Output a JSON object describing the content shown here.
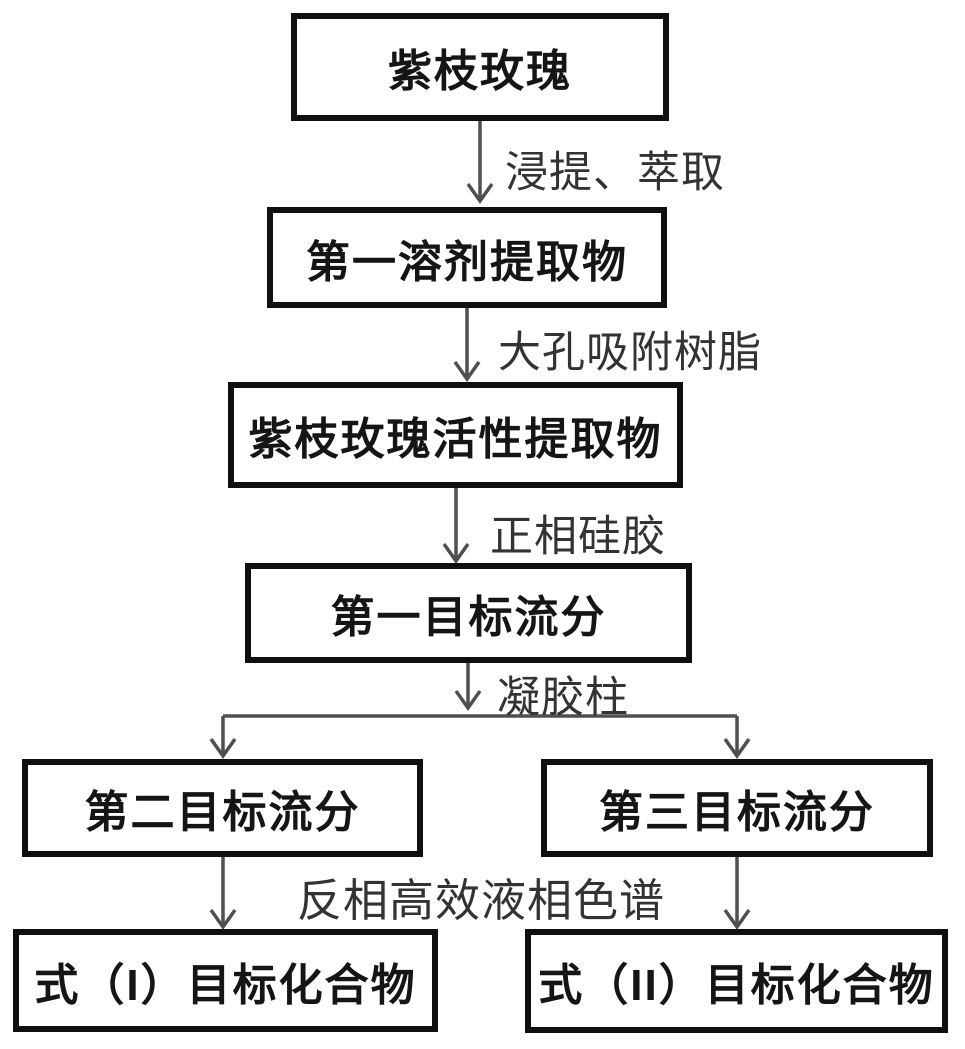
{
  "flowchart": {
    "nodes": [
      {
        "id": "rose",
        "label": "紫枝玫瑰"
      },
      {
        "id": "first-solvent-extract",
        "label": "第一溶剂提取物"
      },
      {
        "id": "active-extract",
        "label": "紫枝玫瑰活性提取物"
      },
      {
        "id": "first-target-fraction",
        "label": "第一目标流分"
      },
      {
        "id": "second-target-fraction",
        "label": "第二目标流分"
      },
      {
        "id": "third-target-fraction",
        "label": "第三目标流分"
      },
      {
        "id": "formula-i-compound",
        "label": "式（I）目标化合物"
      },
      {
        "id": "formula-ii-compound",
        "label": "式（II）目标化合物"
      }
    ],
    "edges": [
      {
        "from": "rose",
        "to": "first-solvent-extract",
        "label": "浸提、萃取"
      },
      {
        "from": "first-solvent-extract",
        "to": "active-extract",
        "label": "大孔吸附树脂"
      },
      {
        "from": "active-extract",
        "to": "first-target-fraction",
        "label": "正相硅胶"
      },
      {
        "from": "first-target-fraction",
        "to": "second-target-fraction / third-target-fraction",
        "label": "凝胶柱"
      },
      {
        "from": "second-target-fraction",
        "to": "formula-i-compound",
        "label": "反相高效液相色谱"
      },
      {
        "from": "third-target-fraction",
        "to": "formula-ii-compound",
        "label": ""
      }
    ],
    "colors": {
      "background": "#ffffff",
      "box_fill": "#ffffff",
      "box_border": "#101010",
      "box_text": "#151515",
      "connector": "#4f4f4f",
      "edge_label_text": "#333333"
    }
  }
}
